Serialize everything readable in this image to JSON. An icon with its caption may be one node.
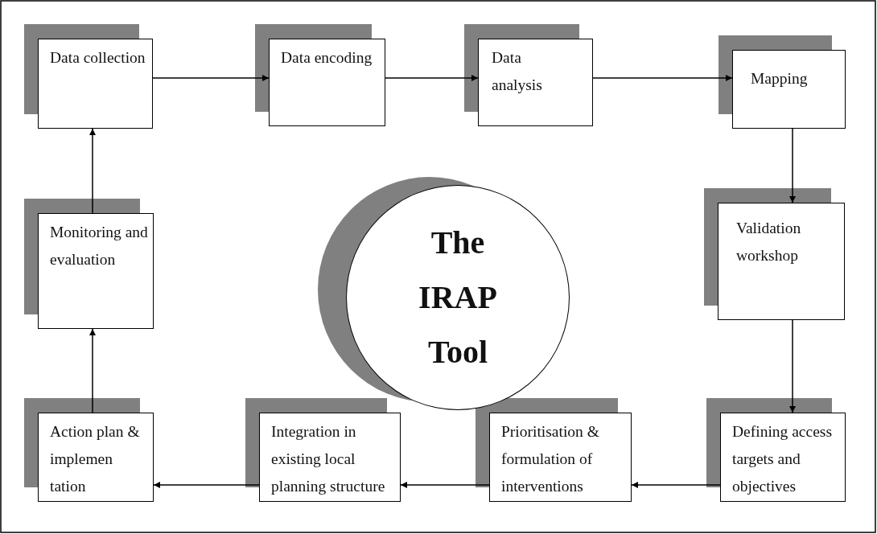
{
  "diagram": {
    "nodes": [
      {
        "text": [
          "Data collection"
        ]
      },
      {
        "text": [
          "Data encoding"
        ]
      },
      {
        "text": [
          "Data analysis"
        ]
      },
      {
        "text": [
          "Mapping"
        ]
      },
      {
        "text": [
          "Validation workshop"
        ]
      },
      {
        "text": [
          "Defining access targets and objectives"
        ]
      },
      {
        "text": [
          "Prioritisation & formulation of interventions"
        ]
      },
      {
        "text": [
          "Integration in existing local planning structure"
        ]
      },
      {
        "text": [
          "Action plan & implemen tation"
        ]
      },
      {
        "text": [
          "Monitoring and evaluation"
        ]
      },
      {
        "text": [
          "The IRAP Tool"
        ]
      }
    ],
    "edges": [
      {
        "from": 0,
        "to": 1,
        "arrow": "to"
      },
      {
        "from": 1,
        "to": 2,
        "arrow": "to"
      },
      {
        "from": 2,
        "to": 3,
        "arrow": "to"
      },
      {
        "from": 3,
        "to": 4,
        "arrow": "to"
      },
      {
        "from": 4,
        "to": 5,
        "arrow": "to"
      },
      {
        "from": 5,
        "to": 6,
        "arrow": "to"
      },
      {
        "from": 6,
        "to": 7,
        "arrow": "to"
      },
      {
        "from": 7,
        "to": 8,
        "arrow": "to"
      },
      {
        "from": 8,
        "to": 9,
        "arrow": "to"
      },
      {
        "from": 9,
        "to": 0,
        "arrow": "to"
      }
    ]
  }
}
